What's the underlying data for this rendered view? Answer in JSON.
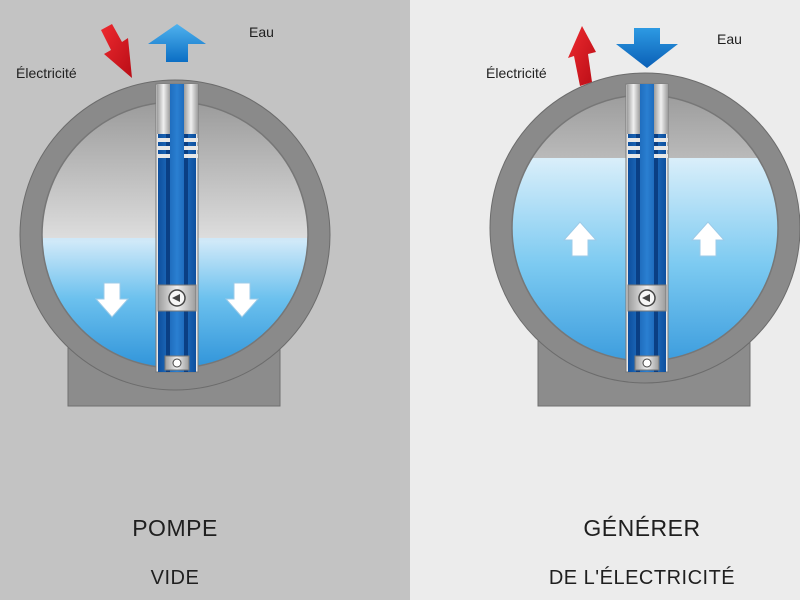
{
  "left_panel": {
    "electricity_label": "Électricité",
    "water_label": "Eau",
    "mode_title": "POMPE",
    "mode_subtitle": "VIDE"
  },
  "right_panel": {
    "electricity_label": "Électricité",
    "water_label": "Eau",
    "mode_title": "GÉNÉRER",
    "mode_subtitle": "DE L'ÉLECTRICITÉ"
  },
  "colors": {
    "electricity_arrow": "#d9151f",
    "water_arrow": "#1e8fd6",
    "water_arrow_down": "#1072c4",
    "water_fill": "#52b3ea",
    "shaft": "#1565c0",
    "housing": "#8a8a8a"
  }
}
